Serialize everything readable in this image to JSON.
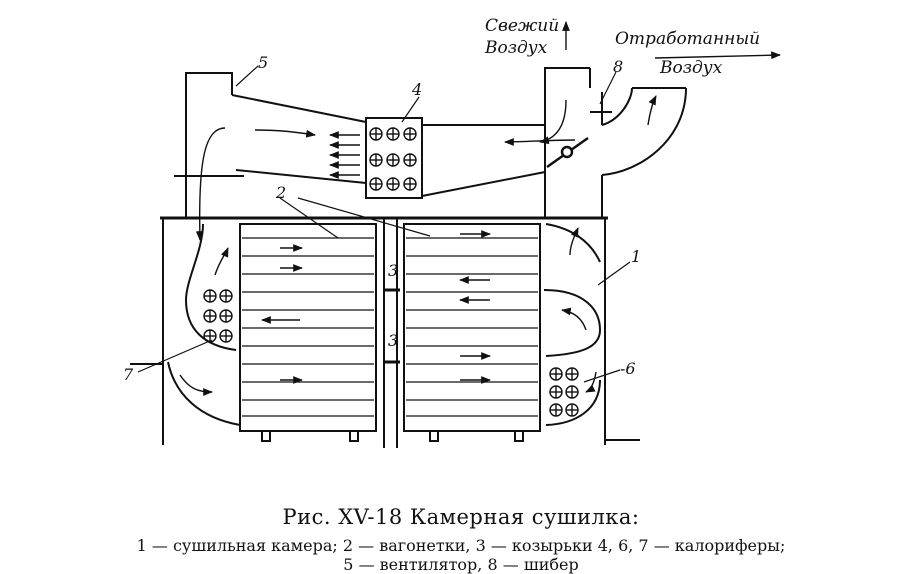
{
  "labels": {
    "n1": "1",
    "n2": "2",
    "n3a": "3",
    "n3b": "3",
    "n4": "4",
    "n5": "5",
    "n6": "-6",
    "n7": "7",
    "n8": "8",
    "fresh_air_1": "Свежий",
    "fresh_air_2": "Воздух",
    "exhaust_air_1": "Отработанный",
    "exhaust_air_2": "Воздух"
  },
  "caption": {
    "title": "Рис. XV-18 Камерная сушилка:",
    "legend_line1": "1 — сушильная  камера;  2 — вагонетки,  3 — козырьки    4,  6,  7 — калориферы;",
    "legend_line2": "5 — вентилятор,  8 — шибер"
  },
  "colors": {
    "ink": "#111111",
    "paper": "#ffffff"
  }
}
